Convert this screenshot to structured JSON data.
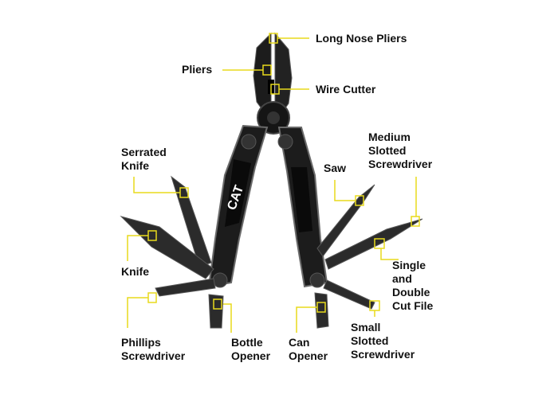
{
  "colors": {
    "tool_body": "#1c1c1c",
    "tool_edge": "#5a5a5a",
    "blade": "#2b2b2b",
    "leader": "#e8da1c",
    "text": "#111111",
    "background": "#ffffff"
  },
  "logo": {
    "text": "CAT"
  },
  "callouts": [
    {
      "id": "long-nose-pliers",
      "lines": [
        "Long Nose Pliers"
      ]
    },
    {
      "id": "pliers",
      "lines": [
        "Pliers"
      ]
    },
    {
      "id": "wire-cutter",
      "lines": [
        "Wire Cutter"
      ]
    },
    {
      "id": "serrated-knife",
      "lines": [
        "Serrated",
        "Knife"
      ]
    },
    {
      "id": "saw",
      "lines": [
        "Saw"
      ]
    },
    {
      "id": "medium-slotted-screwdriver",
      "lines": [
        "Medium",
        "Slotted",
        "Screwdriver"
      ]
    },
    {
      "id": "knife",
      "lines": [
        "Knife"
      ]
    },
    {
      "id": "single-double-cut-file",
      "lines": [
        "Single",
        "and",
        "Double",
        "Cut File"
      ]
    },
    {
      "id": "phillips-screwdriver",
      "lines": [
        "Phillips",
        "Screwdriver"
      ]
    },
    {
      "id": "bottle-opener",
      "lines": [
        "Bottle",
        "Opener"
      ]
    },
    {
      "id": "can-opener",
      "lines": [
        "Can",
        "Opener"
      ]
    },
    {
      "id": "small-slotted-screwdriver",
      "lines": [
        "Small",
        "Slotted",
        "Screwdriver"
      ]
    }
  ]
}
